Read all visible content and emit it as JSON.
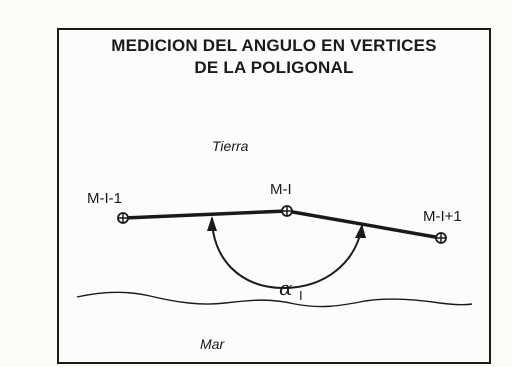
{
  "title": {
    "line1": "MEDICION DEL ANGULO EN VERTICES",
    "line2": "DE LA POLIGONAL"
  },
  "labels": {
    "land": "Tierra",
    "sea": "Mar"
  },
  "nodes": [
    {
      "label": "M-I-1"
    },
    {
      "label": "M-I"
    },
    {
      "label": "M-I+1"
    }
  ],
  "angle": {
    "symbol": "α",
    "subscript": "I"
  },
  "colors": {
    "ink": "#1a1a1a",
    "paper": "#fcfcfa"
  }
}
